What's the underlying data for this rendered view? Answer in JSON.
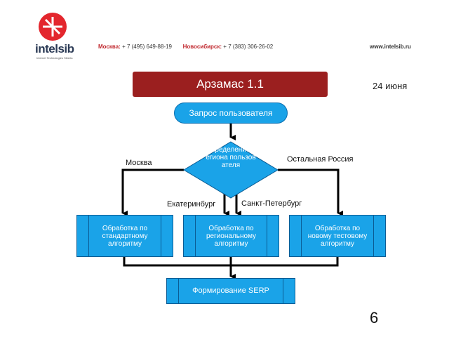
{
  "logo": {
    "name": "intelsib",
    "tagline": "Internet Technologies Siberia"
  },
  "header": {
    "moscow_city": "Москва:",
    "moscow_phone": "+ 7 (495) 649-88-19",
    "nsk_city": "Новосибирск:",
    "nsk_phone": "+ 7 (383) 306-26-02",
    "website": "www.intelsib.ru"
  },
  "slide": {
    "title": "Арзамас 1.1",
    "date": "24 июня",
    "page_number": "6"
  },
  "flowchart": {
    "start": "Запрос пользователя",
    "decision": "Определение региона пользователя",
    "branch_labels": {
      "moscow": "Москва",
      "rest": "Остальная Россия",
      "ekb": "Екатеринбург",
      "spb": "Санкт-Петербург"
    },
    "processes": [
      "Обработка по стандартному алгоритму",
      "Обработка по региональному алгоритму",
      "Обработка по новому тестовому алгоритму"
    ],
    "end": "Формирование SERP"
  },
  "colors": {
    "title_bg": "#9b1f1f",
    "node_fill": "#1aa3e8",
    "node_border": "#0b5c94",
    "logo_red": "#e3262d"
  }
}
